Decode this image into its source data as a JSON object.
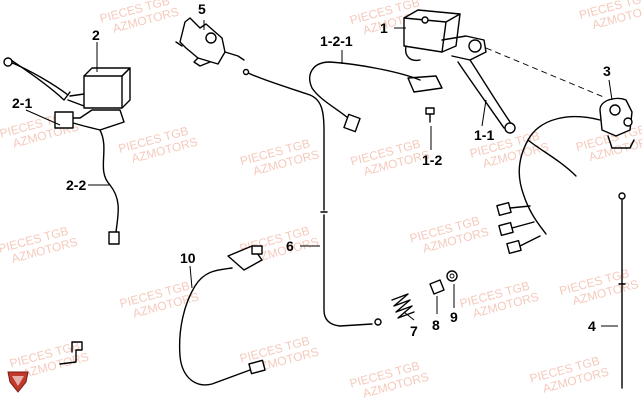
{
  "labels": {
    "p1": "1",
    "p1_1": "1-1",
    "p1_2": "1-2",
    "p1_2_1": "1-2-1",
    "p2": "2",
    "p2_1": "2-1",
    "p2_2": "2-2",
    "p3": "3",
    "p4": "4",
    "p5": "5",
    "p6": "6",
    "p7": "7",
    "p8": "8",
    "p9": "9",
    "p10": "10"
  },
  "watermark": {
    "line1": "PIECES TGB",
    "line2": "AZMOTORS"
  },
  "colors": {
    "watermark": "#f2b8a6",
    "logo": "#c0392b"
  }
}
